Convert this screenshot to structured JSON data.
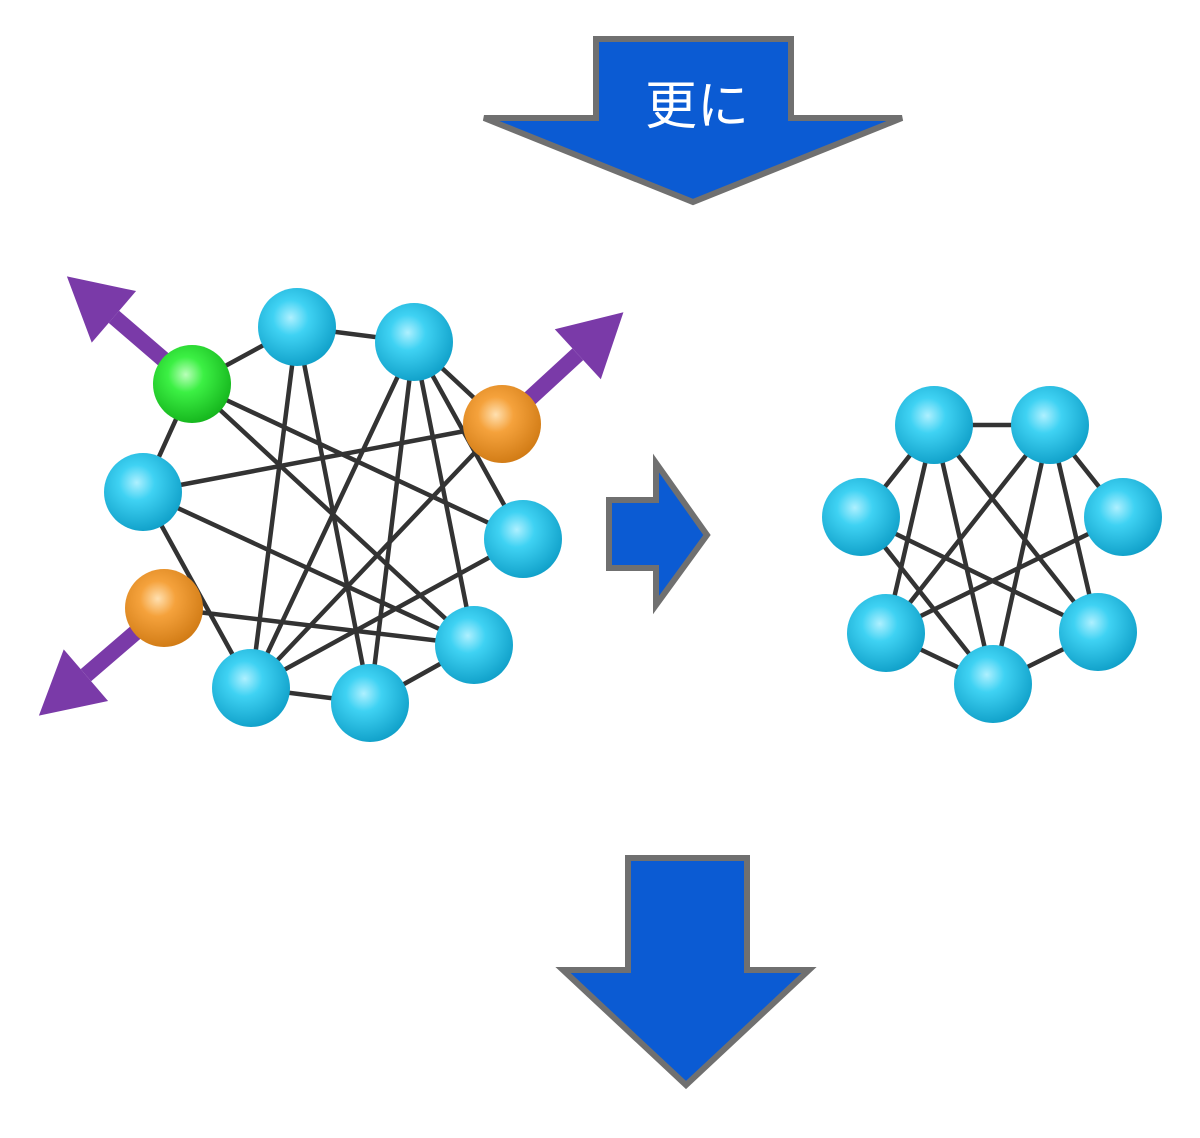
{
  "top_arrow": {
    "label": "更に"
  },
  "colors": {
    "arrow_fill": "#0b5bd3",
    "arrow_border": "#707070",
    "node_cyan": "#1cc3ec",
    "node_green": "#22e12c",
    "node_orange": "#f0962a",
    "edge": "#333333",
    "pull_arrow": "#7a3aa8"
  },
  "network_before": {
    "nodes": [
      {
        "id": "a",
        "type": "cyan"
      },
      {
        "id": "b",
        "type": "cyan"
      },
      {
        "id": "c",
        "type": "green"
      },
      {
        "id": "d",
        "type": "orange"
      },
      {
        "id": "e",
        "type": "cyan"
      },
      {
        "id": "f",
        "type": "cyan"
      },
      {
        "id": "g",
        "type": "orange"
      },
      {
        "id": "h",
        "type": "cyan"
      },
      {
        "id": "i",
        "type": "cyan"
      },
      {
        "id": "j",
        "type": "cyan"
      }
    ],
    "edges": [
      [
        "a",
        "b"
      ],
      [
        "a",
        "c"
      ],
      [
        "a",
        "h"
      ],
      [
        "a",
        "i"
      ],
      [
        "b",
        "d"
      ],
      [
        "b",
        "f"
      ],
      [
        "b",
        "h"
      ],
      [
        "b",
        "i"
      ],
      [
        "b",
        "j"
      ],
      [
        "c",
        "e"
      ],
      [
        "c",
        "f"
      ],
      [
        "c",
        "j"
      ],
      [
        "d",
        "e"
      ],
      [
        "d",
        "h"
      ],
      [
        "e",
        "j"
      ],
      [
        "f",
        "h"
      ],
      [
        "g",
        "j"
      ],
      [
        "h",
        "i"
      ],
      [
        "i",
        "j"
      ],
      [
        "e",
        "h"
      ]
    ],
    "removed_nodes": [
      "c",
      "d",
      "g"
    ]
  },
  "network_after": {
    "nodes": [
      {
        "id": "p",
        "type": "cyan"
      },
      {
        "id": "q",
        "type": "cyan"
      },
      {
        "id": "r",
        "type": "cyan"
      },
      {
        "id": "s",
        "type": "cyan"
      },
      {
        "id": "t",
        "type": "cyan"
      },
      {
        "id": "u",
        "type": "cyan"
      },
      {
        "id": "v",
        "type": "cyan"
      }
    ],
    "edges": [
      [
        "p",
        "q"
      ],
      [
        "p",
        "r"
      ],
      [
        "p",
        "t"
      ],
      [
        "p",
        "v"
      ],
      [
        "p",
        "u"
      ],
      [
        "q",
        "t"
      ],
      [
        "q",
        "v"
      ],
      [
        "q",
        "u"
      ],
      [
        "q",
        "s"
      ],
      [
        "r",
        "u"
      ],
      [
        "r",
        "v"
      ],
      [
        "s",
        "t"
      ],
      [
        "t",
        "u"
      ],
      [
        "v",
        "u"
      ]
    ]
  }
}
